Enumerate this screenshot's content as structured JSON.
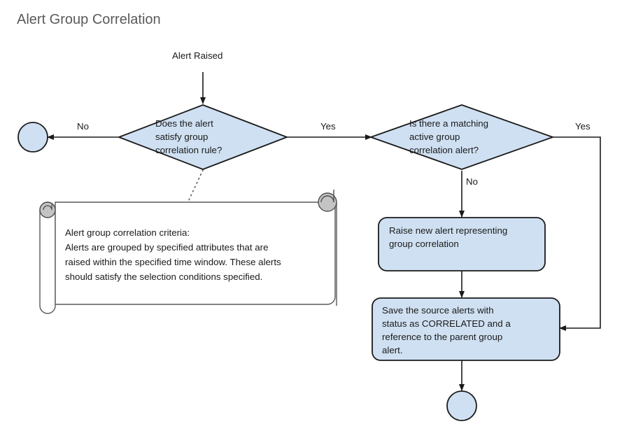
{
  "diagram": {
    "title": "Alert Group Correlation",
    "type": "flowchart",
    "colors": {
      "node_fill": "#cfe0f2",
      "node_stroke": "#1a1a1a",
      "note_fill": "#ffffff",
      "note_stroke": "#595959",
      "curl_fill": "#c4c4c4",
      "title_color": "#5a5a5a",
      "text_color": "#1a1a1a",
      "edge_color": "#1a1a1a"
    },
    "start_label": "Alert Raised",
    "nodes": [
      {
        "id": "start-terminator",
        "shape": "circle",
        "label": ""
      },
      {
        "id": "decision-satisfy-rule",
        "shape": "diamond",
        "label": "Does the alert\nsatisfy group\ncorrelation rule?"
      },
      {
        "id": "decision-matching-alert",
        "shape": "diamond",
        "label": "Is there a matching\nactive group\ncorrelation alert?"
      },
      {
        "id": "process-raise-new-alert",
        "shape": "rounded-rect",
        "label": "Raise new alert representing\ngroup correlation"
      },
      {
        "id": "process-save-source-alerts",
        "shape": "rounded-rect",
        "label": "Save the source alerts with\nstatus as CORRELATED and a\nreference to the parent group\nalert."
      },
      {
        "id": "end-terminator",
        "shape": "circle",
        "label": ""
      }
    ],
    "edge_labels": {
      "satisfy_no": "No",
      "satisfy_yes": "Yes",
      "matching_yes": "Yes",
      "matching_no": "No"
    },
    "note": {
      "id": "note-correlation-criteria",
      "text": "Alert group correlation criteria:\nAlerts are grouped by specified attributes that are\nraised within the specified time window. These alerts\nshould satisfy the selection conditions specified."
    }
  }
}
